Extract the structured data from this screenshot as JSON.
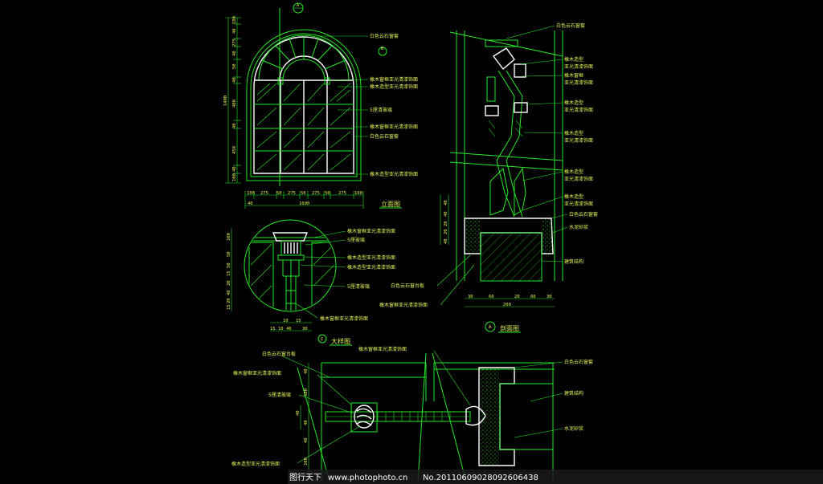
{
  "colors": {
    "background": "#000000",
    "lines": "#27e827",
    "text": "#e6f25a",
    "white": "#ffffff"
  },
  "views": {
    "elevation_title": "立面图",
    "section_title": "剖面图",
    "detail_title": "大样图",
    "section_marker": "A",
    "detail_marker": "C",
    "top_marker": "A",
    "top_marker_b": "B"
  },
  "elevation_labels": [
    "白色云石窗套",
    "橡木窗框亚光清漆饰面",
    "橡木造型亚光清漆饰面",
    "5厘清玻璃",
    "橡木窗框亚光清漆饰面",
    "白色云石窗套",
    "橡木造型亚光清漆饰面"
  ],
  "elevation_dims_horizontal": [
    "100",
    "275",
    "50",
    "275",
    "50",
    "275",
    "50",
    "275",
    "100"
  ],
  "elevation_total": "1600",
  "elevation_small": "40",
  "elevation_dims_vertical": [
    "100",
    "40",
    "275",
    "40",
    "50",
    "40",
    "400",
    "40",
    "450",
    "40",
    "100"
  ],
  "elevation_height": "1400",
  "detail_labels": [
    "橡木窗框亚光清漆饰面",
    "5厘玻璃",
    "橡木造型亚光清漆饰面",
    "橡木造型亚光清漆饰面",
    "5厘清玻璃",
    "橡木窗框亚光清漆饰面"
  ],
  "detail_dims_vertical": [
    "100",
    "50",
    "50",
    "15",
    "20",
    "40",
    "20",
    "15"
  ],
  "detail_dims_horizontal": [
    "10",
    "15",
    "15",
    "10",
    "40",
    "30"
  ],
  "section_labels": [
    "白色云石窗套",
    "橡木造型",
    "亚光清漆饰面",
    "橡木窗框",
    "亚光清漆饰面",
    "橡木造型",
    "亚光清漆饰面",
    "橡木造型",
    "亚光清漆饰面",
    "橡木造型",
    "亚光清漆饰面",
    "橡木造型",
    "亚光清漆饰面",
    "白色云石窗套",
    "水泥砂浆",
    "建筑结构"
  ],
  "section_bottom_labels": [
    "白色云石窗台板",
    "橡木窗框亚光清漆饰面"
  ],
  "section_dims_horizontal": [
    "30",
    "60",
    "20",
    "60",
    "30"
  ],
  "section_total": "200",
  "section_dims_vertical": [
    "40",
    "40",
    "20",
    "20",
    "40"
  ],
  "plan_labels_left": [
    "白色云石窗台板",
    "橡木窗框亚光清漆饰面",
    "5厘清玻璃",
    "橡木造型亚光清漆饰面"
  ],
  "plan_label_top": "橡木窗框亚光清漆饰面",
  "plan_labels_right": [
    "白色云石窗套",
    "建筑结构",
    "水泥砂浆"
  ],
  "plan_dims_vertical": [
    "40",
    "100",
    "40",
    "40",
    "40",
    "100"
  ],
  "watermark": {
    "site": "图行天下",
    "url": "www.photophoto.cn",
    "id": "No.20110609028092606438"
  }
}
